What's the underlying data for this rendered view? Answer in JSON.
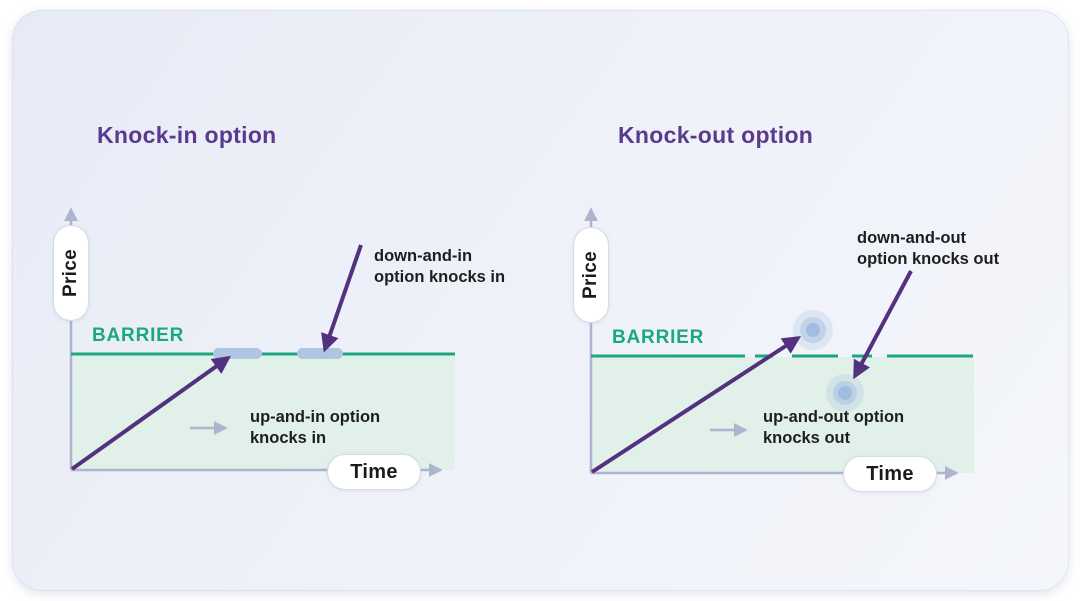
{
  "colors": {
    "title_purple": "#5b3a8e",
    "arrow_purple": "#53317f",
    "barrier_green": "#1ca87e",
    "mint_fill": "#e1f0e9",
    "axis_gray": "#aeb4cf",
    "marker_blue": "#aec6e1",
    "glow_blue": "#a9c2e4",
    "text_dark": "#1e1e1e"
  },
  "panels": [
    {
      "title": "Knock-in option",
      "price_label": "Price",
      "time_label": "Time",
      "barrier_label": "BARRIER",
      "down_annotation": {
        "line1": "down-and-in",
        "line2": "option knocks in"
      },
      "up_annotation": {
        "line1": "up-and-in option",
        "line2": "knocks in"
      }
    },
    {
      "title": "Knock-out option",
      "price_label": "Price",
      "time_label": "Time",
      "barrier_label": "BARRIER",
      "down_annotation": {
        "line1": "down-and-out",
        "line2": "option knocks out"
      },
      "up_annotation": {
        "line1": "up-and-out option",
        "line2": "knocks out"
      }
    }
  ]
}
